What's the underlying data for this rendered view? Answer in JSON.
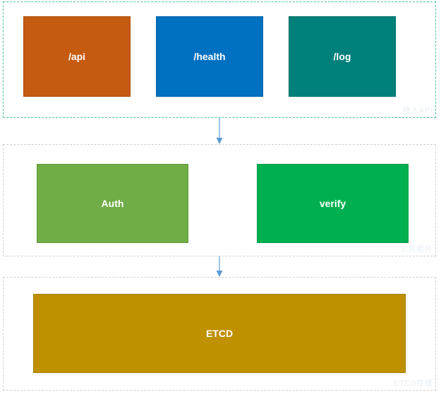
{
  "colors": {
    "api": "#C55A11",
    "health": "#0070C0",
    "log": "#00807B",
    "auth": "#70AD47",
    "verify": "#00B050",
    "etcd": "#BF9000",
    "arrow": "#5B9BD5",
    "top_border": "#4FC29A",
    "layer_border": "#D0D0D0"
  },
  "layers": {
    "access": {
      "label": "接入API",
      "boxes": [
        "/api",
        "/health",
        "/log"
      ]
    },
    "middleware": {
      "label": "公共组件",
      "boxes": [
        "Auth",
        "verify"
      ]
    },
    "storage": {
      "label": "ETCD存储",
      "boxes": [
        "ETCD"
      ]
    }
  }
}
